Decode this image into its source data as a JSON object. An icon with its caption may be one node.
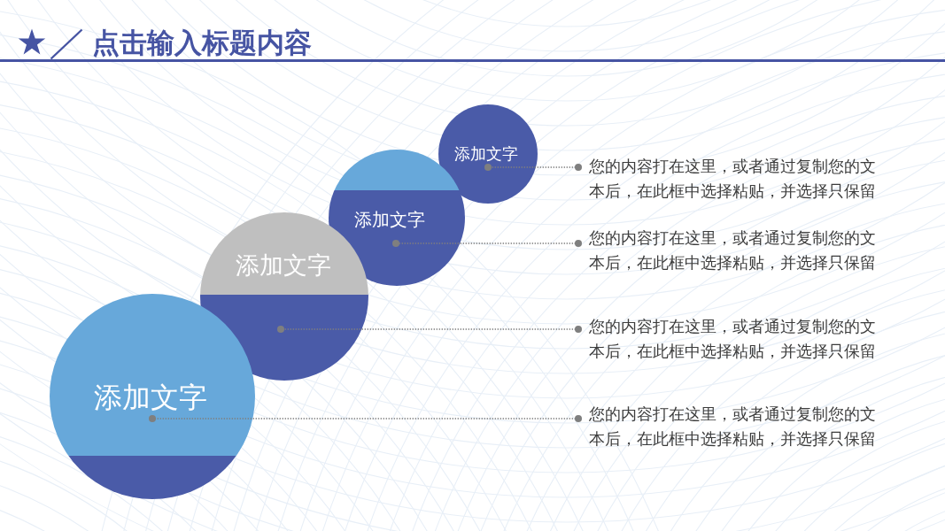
{
  "diagram": {
    "title": "点击输入标题内容",
    "nodes": [
      {
        "text": [
          "添加文字"
        ]
      },
      {
        "text": [
          "您的内容打在这里，或者通过复制您的文本后，在此框中选择粘贴，并选择只保留"
        ]
      },
      {
        "text": [
          "添加文字"
        ]
      },
      {
        "text": [
          "您的内容打在这里，或者通过复制您的文本后，在此框中选择粘贴，并选择只保留"
        ]
      },
      {
        "text": [
          "添加文字"
        ]
      },
      {
        "text": [
          "您的内容打在这里，或者通过复制您的文本后，在此框中选择粘贴，并选择只保留"
        ]
      },
      {
        "text": [
          "添加文字"
        ]
      },
      {
        "text": [
          "您的内容打在这里，或者通过复制您的文本后，在此框中选择粘贴，并选择只保留"
        ]
      }
    ],
    "edges": [
      {
        "from": 1,
        "to": 0,
        "arrow": "other",
        "style": "dashed"
      },
      {
        "from": 3,
        "to": 2,
        "arrow": "other",
        "style": "dashed"
      },
      {
        "from": 5,
        "to": 4,
        "arrow": "other",
        "style": "dashed"
      },
      {
        "from": 7,
        "to": 6,
        "arrow": "other",
        "style": "dashed"
      }
    ]
  }
}
